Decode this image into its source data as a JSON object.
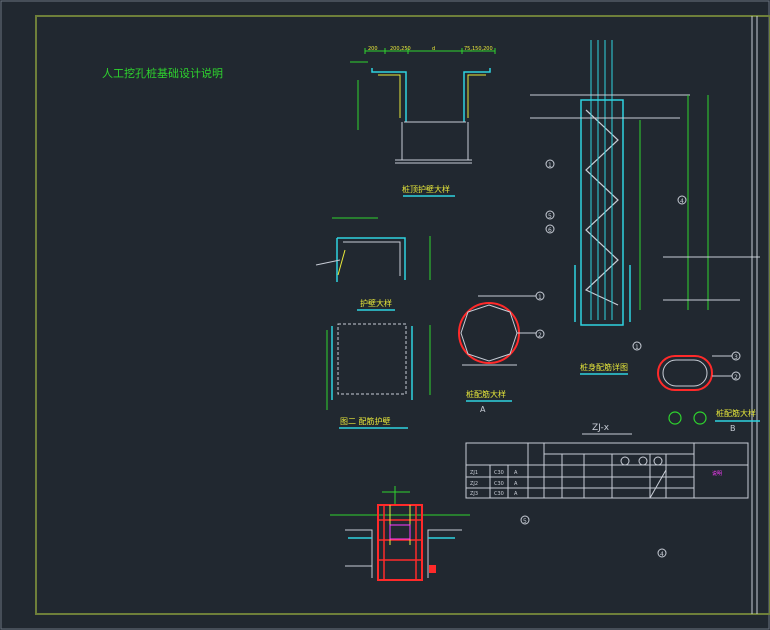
{
  "drawing": {
    "main_title": "人工挖孔桩基础设计说明",
    "labels": {
      "cap_detail": "桩顶护壁大样",
      "wall_detail": "护壁大样",
      "fig2": "图二  配筋护壁",
      "ring_rebar": "桩配筋大样",
      "ring_letter_a": "A",
      "pile_rebar": "桩身配筋详图",
      "section_b": "桩配筋大样",
      "letter_b": "B",
      "table_title": "ZJ-x"
    },
    "callouts": [
      "1",
      "2",
      "3",
      "4",
      "5",
      "6"
    ],
    "table": {
      "rows": [
        [
          "ZJ1",
          "C30",
          "A"
        ],
        [
          "ZJ2",
          "C30",
          "A"
        ],
        [
          "ZJ3",
          "C30",
          "A"
        ]
      ],
      "tag": "说明"
    },
    "dims_top": [
      "200",
      "200,250",
      "d",
      "75,150,200"
    ]
  }
}
